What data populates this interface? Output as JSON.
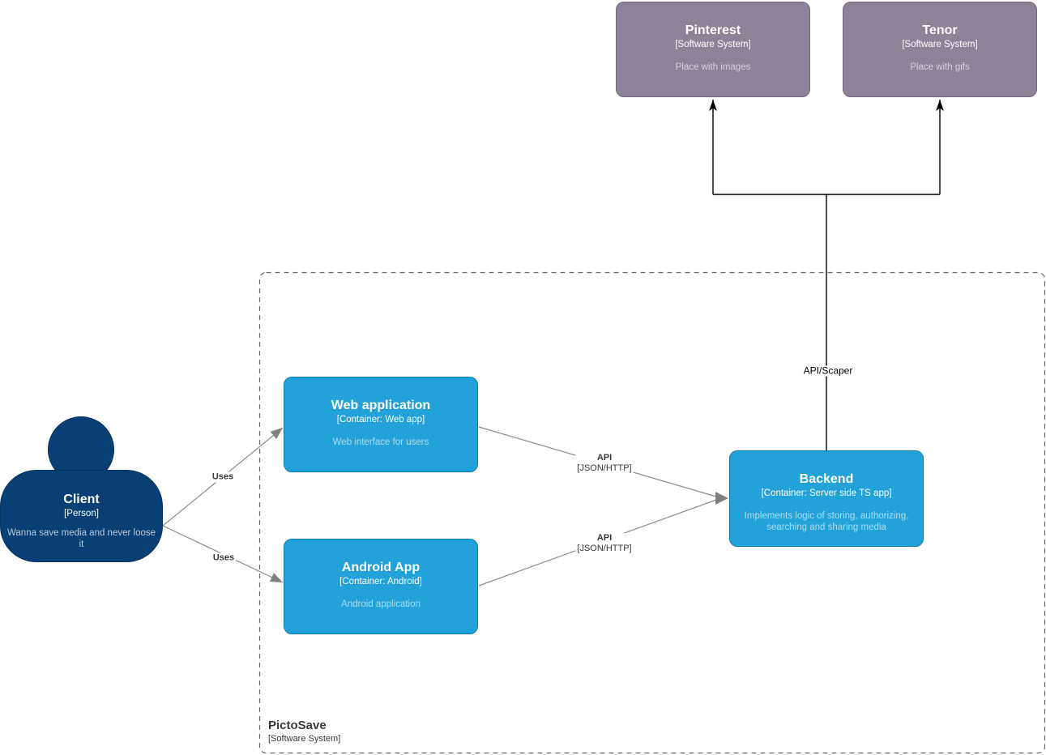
{
  "diagram": {
    "boundary": {
      "title": "PictoSave",
      "subtitle": "[Software System]"
    },
    "person": {
      "title": "Client",
      "subtitle": "[Person]",
      "description": "Wanna save media and never loose it"
    },
    "external_systems": [
      {
        "title": "Pinterest",
        "subtitle": "[Software System]",
        "description": "Place with images"
      },
      {
        "title": "Tenor",
        "subtitle": "[Software System]",
        "description": "Place with gifs"
      }
    ],
    "containers": [
      {
        "title": "Web application",
        "subtitle": "[Container: Web app]",
        "description": "Web interface for users"
      },
      {
        "title": "Android App",
        "subtitle": "[Container: Android]",
        "description": "Android application"
      },
      {
        "title": "Backend",
        "subtitle": "[Container: Server side TS app]",
        "description": "Implements logic of storing, authorizing, searching and sharing media"
      }
    ],
    "edge_labels": {
      "uses_web": "Uses",
      "uses_android": "Uses",
      "api_web": {
        "label": "API",
        "protocol": "[JSON/HTTP]"
      },
      "api_android": {
        "label": "API",
        "protocol": "[JSON/HTTP]"
      },
      "scraper": "API/Scaper"
    },
    "colors": {
      "person_fill": "#083F75",
      "person_stroke": "#06315C",
      "external_fill": "#8C8496",
      "external_stroke": "#736782",
      "container_fill": "#23A2D9",
      "container_stroke": "#0E7DAD",
      "relationship_gray": "#8C8C8C",
      "arrowhead_gray": "#808080",
      "relationship_black": "#000000",
      "boundary_stroke": "#666666"
    }
  }
}
